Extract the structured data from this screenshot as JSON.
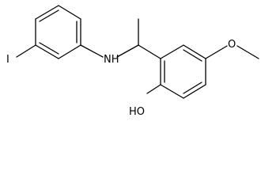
{
  "molecule": {
    "atom_labels": {
      "iodine": "I",
      "amine": "NH",
      "ether_oxygen": "O",
      "hydroxyl": "HO"
    },
    "colors": {
      "bond": "#000000",
      "label": "#000000",
      "background": "#ffffff"
    }
  }
}
